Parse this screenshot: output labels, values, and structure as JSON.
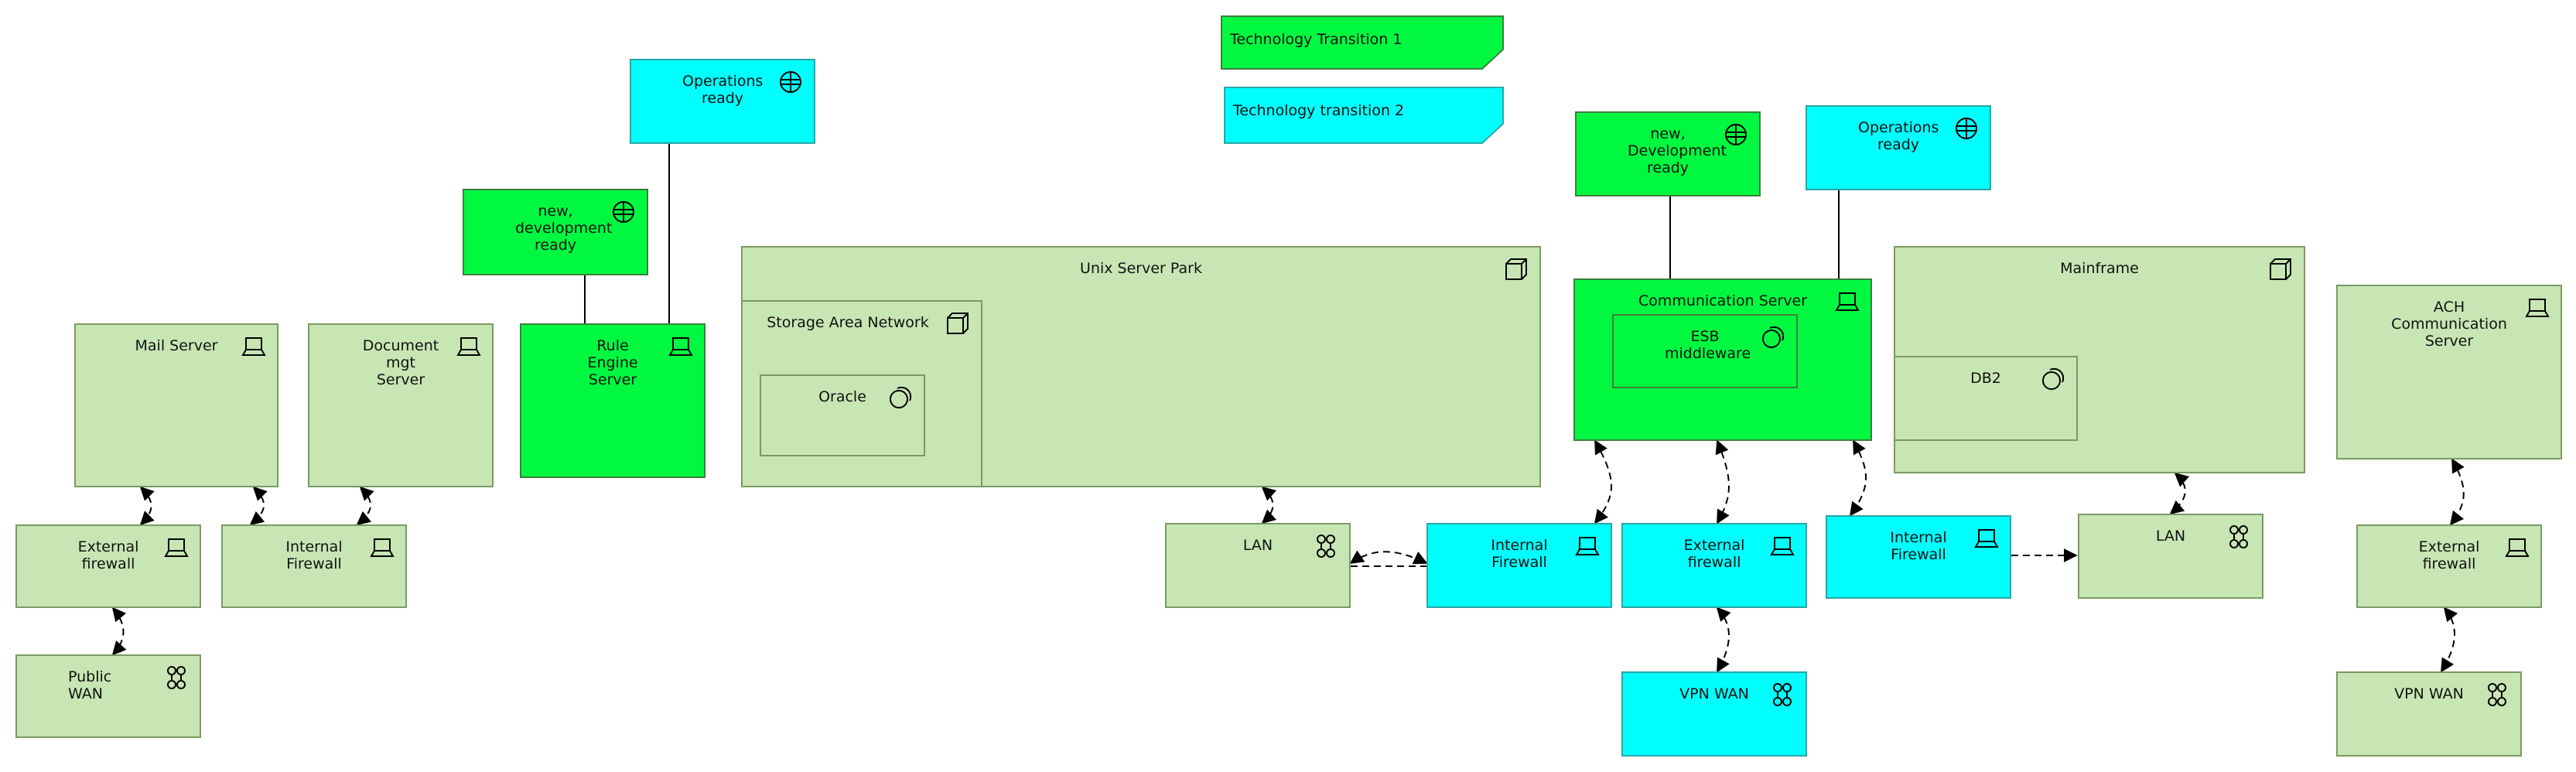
{
  "legend": {
    "transition1": "Technology Transition 1",
    "transition2": "Technology transition 2"
  },
  "nodes": {
    "operations_ready_left": "Operations ready",
    "new_dev_ready_left": "new, development ready",
    "mail_server": "Mail Server",
    "document_mgt_server": "Document mgt Server",
    "rule_engine_server": "Rule Engine Server",
    "external_firewall_left": "External firewall",
    "internal_firewall_left": "Internal Firewall",
    "public_wan": "Public WAN",
    "unix_server_park": "Unix Server Park",
    "storage_area_network": "Storage Area Network",
    "oracle": "Oracle",
    "lan_middle": "LAN",
    "internal_firewall_mid": "Internal Firewall",
    "new_dev_ready_right": "new, Development ready",
    "operations_ready_right": "Operations ready",
    "communication_server": "Communication Server",
    "esb_middleware": "ESB middleware",
    "external_firewall_mid": "External firewall",
    "vpn_wan_mid": "VPN WAN",
    "internal_firewall_right": "Internal Firewall",
    "mainframe": "Mainframe",
    "db2": "DB2",
    "lan_right": "LAN",
    "ach_communication_server": "ACH Communication Server",
    "external_firewall_right": "External firewall",
    "vpn_wan_right": "VPN WAN"
  },
  "icons": {
    "device": "laptop-icon",
    "node": "cube-icon",
    "network": "network-icon",
    "system_software": "system-software-icon",
    "plateau": "plateau-icon"
  },
  "colors": {
    "transition1": "#00f940",
    "transition2": "#00ffff",
    "node": "#c8e6b4"
  }
}
